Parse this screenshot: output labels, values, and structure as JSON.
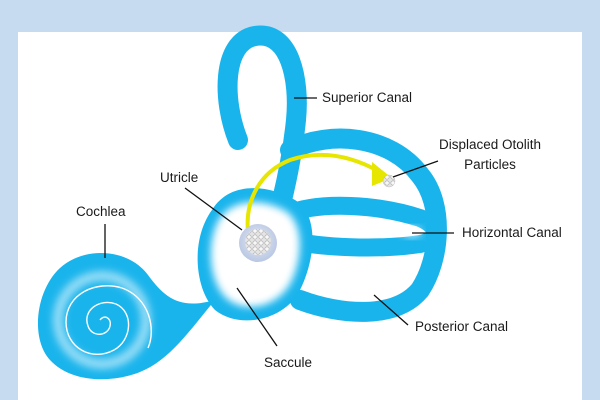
{
  "diagram": {
    "title": "Inner ear vestibular labyrinth",
    "labels": {
      "superior_canal": "Superior Canal",
      "displaced_otolith": [
        "Displaced Otolith",
        "Particles"
      ],
      "utricle": "Utricle",
      "cochlea": "Cochlea",
      "horizontal_canal": "Horizontal Canal",
      "posterior_canal": "Posterior Canal",
      "saccule": "Saccule"
    },
    "colors": {
      "background": "#c6dbef",
      "panel": "#ffffff",
      "labyrinth": "#1ab4ec",
      "labyrinth_inner": "#ffffff",
      "arrow": "#e6e600",
      "otolith": "#cfd8e8",
      "leader": "#111111"
    }
  }
}
